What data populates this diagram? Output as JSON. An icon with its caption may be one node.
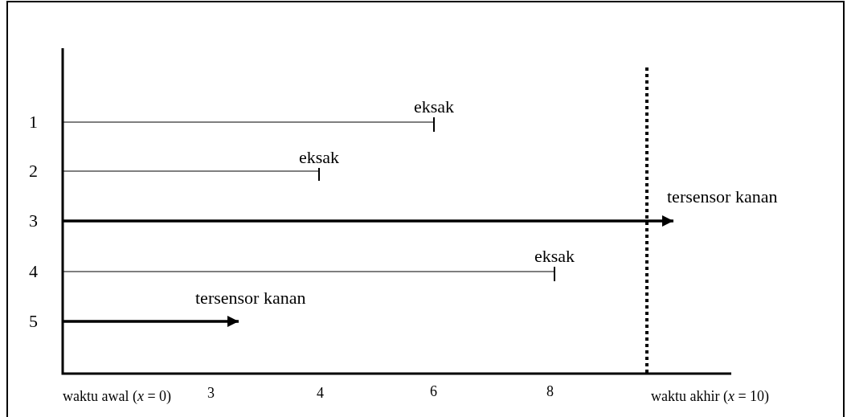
{
  "diagram": {
    "nodes": [
      {
        "text": [
          "1"
        ]
      },
      {
        "text": [
          "2"
        ]
      },
      {
        "text": [
          "3"
        ]
      },
      {
        "text": [
          "4"
        ]
      },
      {
        "text": [
          "5"
        ]
      }
    ],
    "edges": [
      {
        "from": 0,
        "to": null,
        "arrow": "other",
        "label": "eksak"
      },
      {
        "from": 1,
        "to": null,
        "arrow": "other",
        "label": "eksak"
      },
      {
        "from": 2,
        "to": null,
        "arrow": "to",
        "label": "tersensor kanan",
        "style": "thick"
      },
      {
        "from": 3,
        "to": null,
        "arrow": "other",
        "label": "eksak"
      },
      {
        "from": 4,
        "to": null,
        "arrow": "to",
        "label": "tersensor kanan",
        "style": "thick"
      }
    ],
    "labels": [
      "waktu awal (*x* = 0)",
      "3",
      "4",
      "6",
      "8",
      "waktu akhir (*x* = 10)"
    ]
  }
}
